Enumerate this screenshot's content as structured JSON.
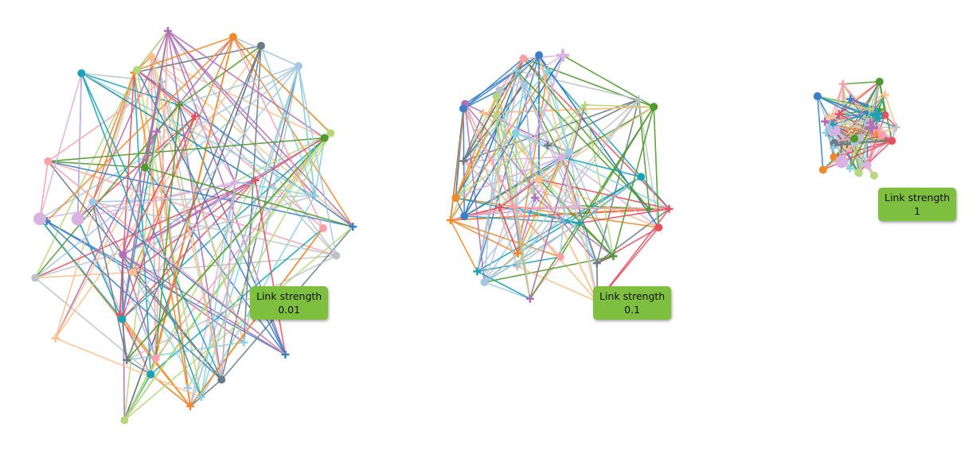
{
  "palette": [
    "#3b7fc6",
    "#a3c8e6",
    "#f0892a",
    "#ffc08a",
    "#4f9a2e",
    "#b6d77c",
    "#e5515f",
    "#ff9fa8",
    "#b06fb8",
    "#d9b3df",
    "#1aa3b7",
    "#86d3dc",
    "#6b7b85",
    "#bcc3c8"
  ],
  "panels": [
    {
      "label_title": "Link strength",
      "label_value": "0.01",
      "nodes": 42,
      "links": 190
    },
    {
      "label_title": "Link strength",
      "label_value": "0.1",
      "nodes": 42,
      "links": 190
    },
    {
      "label_title": "Link strength",
      "label_value": "1",
      "nodes": 42,
      "links": 190
    }
  ]
}
